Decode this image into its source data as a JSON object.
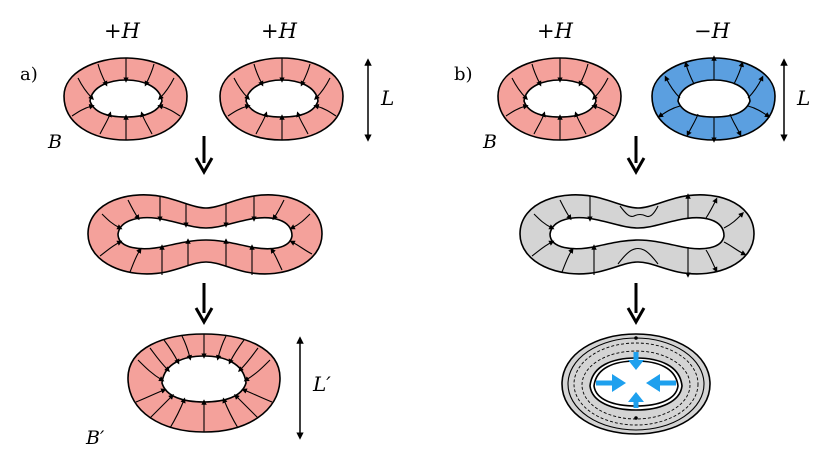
{
  "panel_a": {
    "label": "a)",
    "top_left_field": "+H",
    "top_right_field": "+H",
    "height_label": "L",
    "field_label": "B",
    "final_height_label": "L′",
    "final_field_label": "B′"
  },
  "panel_b": {
    "label": "b)",
    "top_left_field": "+H",
    "top_right_field": "−H",
    "height_label": "L",
    "field_label": "B"
  },
  "colors": {
    "positive_helicity": "#f4a19b",
    "negative_helicity": "#5b9fe0",
    "merged_opposite": "#d4d4d4",
    "arrow_blue": "#1ea0ee",
    "outline": "#000000"
  }
}
